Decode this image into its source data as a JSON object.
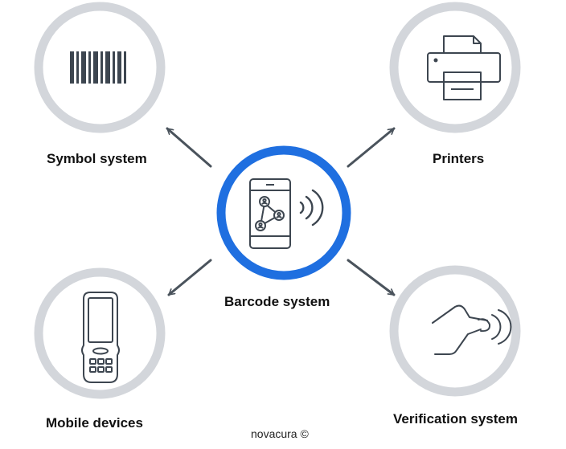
{
  "center": {
    "label": "Barcode system",
    "icon": "smartphone-network-icon"
  },
  "nodes": {
    "symbol": {
      "label": "Symbol system",
      "icon": "barcode-icon"
    },
    "printers": {
      "label": "Printers",
      "icon": "printer-icon"
    },
    "mobile": {
      "label": "Mobile devices",
      "icon": "handheld-scanner-icon"
    },
    "verification": {
      "label": "Verification system",
      "icon": "fingerprint-touch-icon"
    }
  },
  "footer": "novacura ©",
  "colors": {
    "center_ring": "#1f6fe0",
    "outer_ring": "#d3d6db",
    "icon_stroke": "#3d4650",
    "arrow": "#4a535c",
    "text": "#111111"
  }
}
